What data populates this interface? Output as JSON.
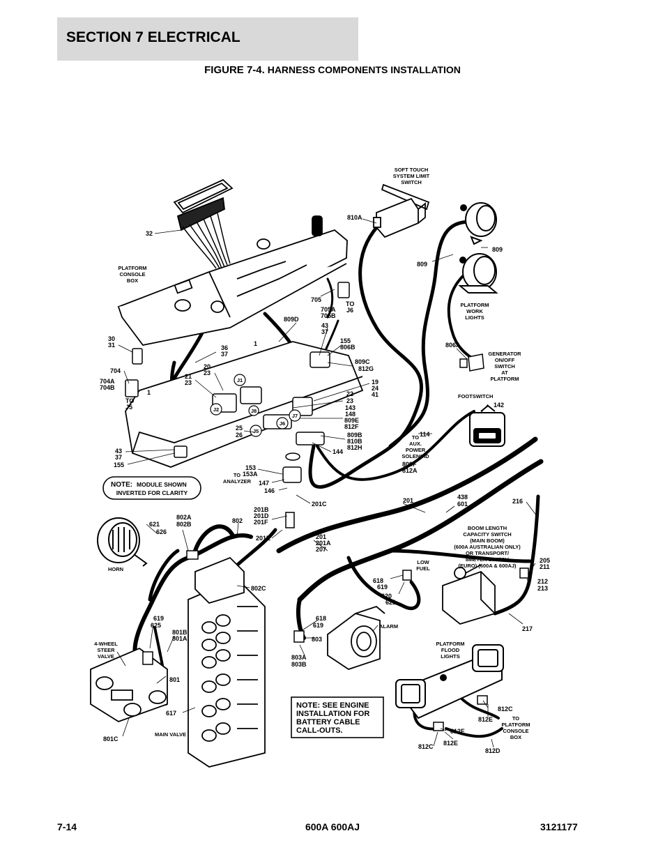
{
  "header": {
    "section": "SECTION 7   ELECTRICAL"
  },
  "figure": {
    "number": "FIGURE 7-4.",
    "title": "HARNESS COMPONENTS INSTALLATION"
  },
  "labels": {
    "soft_touch": [
      "SOFT TOUCH",
      "SYSTEM LIMIT",
      "SWITCH"
    ],
    "l810a": "810A",
    "l32": "32",
    "platform_console_box": [
      "PLATFORM",
      "CONSOLE",
      "BOX"
    ],
    "l809a": "809",
    "l809b": "809",
    "work_lights": [
      "PLATFORM",
      "WORK",
      "LIGHTS"
    ],
    "l705": "705",
    "l705ab": [
      "705A",
      "705B"
    ],
    "to_j6": [
      "TO",
      "J6"
    ],
    "l809d": "809D",
    "l43_37a": [
      "43",
      "37"
    ],
    "l155_806b": [
      "155",
      "806B"
    ],
    "l806a": "806A",
    "generator": [
      "GENERATOR",
      "ON/OFF",
      "SWITCH",
      "AT",
      "PLATFORM"
    ],
    "l30_31": [
      "30",
      "31"
    ],
    "l36_37": [
      "36",
      "37"
    ],
    "l1a": "1",
    "l1b": "1",
    "l809c_812g": [
      "809C",
      "812G"
    ],
    "l704": "704",
    "l704ab": [
      "704A",
      "704B"
    ],
    "l20_23": [
      "20",
      "23"
    ],
    "l21_23": [
      "21",
      "23"
    ],
    "l19_24_41": [
      "19",
      "24",
      "41"
    ],
    "to_j5": [
      "TO",
      "J5"
    ],
    "conn_j1": "J1",
    "conn_j2": "J2",
    "conn_j8": "J8",
    "conn_j7": "J7",
    "conn_j6": "J6",
    "conn_j5": "J5",
    "l22_group": [
      "22",
      "23",
      "143",
      "148",
      "809E",
      "812F"
    ],
    "footswitch": "FOOTSWITCH",
    "l142": "142",
    "l25_26": [
      "25",
      "26"
    ],
    "l809b_group": [
      "809B",
      "810B",
      "812H"
    ],
    "l144": "144",
    "l114": "114",
    "aux_solenoid": [
      "TO",
      "AUX.",
      "POWER",
      "SOLENOID"
    ],
    "l43_37b": [
      "43",
      "37"
    ],
    "l155": "155",
    "l153": [
      "153",
      "153A"
    ],
    "to_analyzer": [
      "TO",
      "ANALYZER"
    ],
    "l809f_812a": [
      "809F",
      "812A"
    ],
    "note_module": [
      "NOTE:",
      "MODULE SHOWN",
      "INVERTED FOR CLARITY"
    ],
    "l147": "147",
    "l146": "146",
    "l201c": "201C",
    "l201": "201",
    "l438_601": [
      "438",
      "601"
    ],
    "l216": "216",
    "l802ab": [
      "802A",
      "802B"
    ],
    "l621_626": [
      "621",
      "626"
    ],
    "l802": "802",
    "l201bdf": [
      "201B",
      "201D",
      "201F"
    ],
    "boom_switch": [
      "BOOM LENGTH",
      "CAPACITY SWITCH",
      "(MAIN BOOM)",
      "(600A AUSTRALIAN ONLY)",
      "OR TRANSPORT/",
      "8METER SWITCH",
      "(EURO) (600A & 600AJ)"
    ],
    "l201e": "201E",
    "l201_201a_207": [
      "201",
      "201A",
      "207"
    ],
    "l205_211": [
      "205",
      "211"
    ],
    "horn": "HORN",
    "low_fuel": [
      "LOW",
      "FUEL"
    ],
    "l618_619a": [
      "618",
      "619"
    ],
    "l212_213": [
      "212",
      "213"
    ],
    "l620_621": [
      "620",
      "621"
    ],
    "l802c": "802C",
    "l618_619b": [
      "618",
      "619"
    ],
    "alarm": "ALARM",
    "l217": "217",
    "l619_625": [
      "619",
      "625"
    ],
    "l801ba": [
      "801B",
      "801A"
    ],
    "steer_valve": [
      "4-WHEEL",
      "STEER",
      "VALVE"
    ],
    "l803": "803",
    "l803ab": [
      "803A",
      "803B"
    ],
    "flood_lights": [
      "PLATFORM",
      "FLOOD",
      "LIGHTS"
    ],
    "l801": "801",
    "note_engine": [
      "NOTE: SEE ENGINE",
      "INSTALLATION FOR",
      "BATTERY CABLE",
      "CALL-OUTS."
    ],
    "l812c_a": "812C",
    "l812e_a": "812E",
    "to_console": [
      "TO",
      "PLATFORM",
      "CONSOLE",
      "BOX"
    ],
    "l617": "617",
    "main_valve": "MAIN VALVE",
    "l812f": "812F",
    "l801c": "801C",
    "l812c_b": "812C",
    "l812e_b": "812E",
    "l812d": "812D"
  },
  "footer": {
    "page": "7-14",
    "model": "600A 600AJ",
    "doc": "3121177"
  }
}
